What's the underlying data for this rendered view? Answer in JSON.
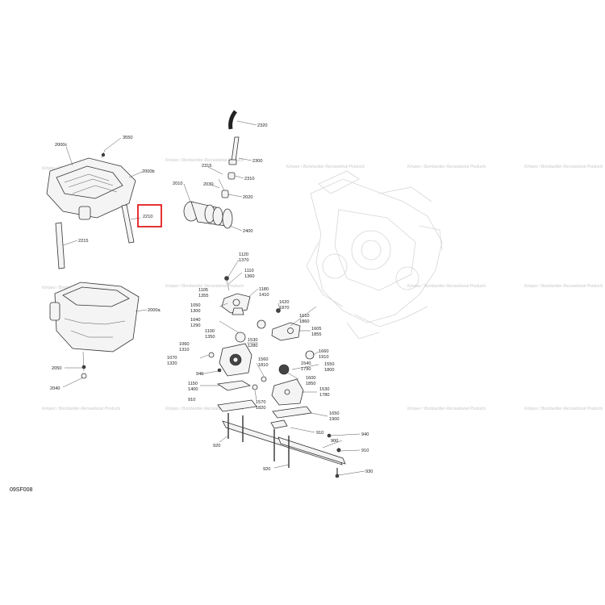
{
  "diagram": {
    "code": "09SF008",
    "highlight_color": "#e00000",
    "highlighted_callout": "2210",
    "watermark": "Kimpex / Bombardier Recreational Products"
  },
  "callouts": [
    {
      "id": "c3550",
      "text": "3550"
    },
    {
      "id": "c2000c",
      "text": "2000c"
    },
    {
      "id": "c2000b",
      "text": "2000b"
    },
    {
      "id": "c2210",
      "text": "2210"
    },
    {
      "id": "c2215",
      "text": "2215"
    },
    {
      "id": "c2000a",
      "text": "2000a"
    },
    {
      "id": "c2050",
      "text": "2050"
    },
    {
      "id": "c2040",
      "text": "2040"
    },
    {
      "id": "c2320",
      "text": "2320"
    },
    {
      "id": "c2300",
      "text": "2300"
    },
    {
      "id": "c2315",
      "text": "2315"
    },
    {
      "id": "c2310",
      "text": "2310"
    },
    {
      "id": "c2010",
      "text": "2010"
    },
    {
      "id": "c2030",
      "text": "2030"
    },
    {
      "id": "c2020",
      "text": "2020"
    },
    {
      "id": "c2400",
      "text": "2400"
    },
    {
      "id": "c1120",
      "text": "1120"
    },
    {
      "id": "c1370",
      "text": "1370"
    },
    {
      "id": "c1110",
      "text": "1110"
    },
    {
      "id": "c1360",
      "text": "1360"
    },
    {
      "id": "c1105",
      "text": "1105"
    },
    {
      "id": "c1355",
      "text": "1355"
    },
    {
      "id": "c1180",
      "text": "1180"
    },
    {
      "id": "c1410",
      "text": "1410"
    },
    {
      "id": "c1620",
      "text": "1620"
    },
    {
      "id": "c1870",
      "text": "1870"
    },
    {
      "id": "c1050",
      "text": "1050"
    },
    {
      "id": "c1300",
      "text": "1300"
    },
    {
      "id": "c1610",
      "text": "1610"
    },
    {
      "id": "c1860",
      "text": "1860"
    },
    {
      "id": "c1040",
      "text": "1040"
    },
    {
      "id": "c1290",
      "text": "1290"
    },
    {
      "id": "c1605",
      "text": "1605"
    },
    {
      "id": "c1855",
      "text": "1855"
    },
    {
      "id": "c1100",
      "text": "1100"
    },
    {
      "id": "c1350",
      "text": "1350"
    },
    {
      "id": "c1530",
      "text": "1530"
    },
    {
      "id": "c1280",
      "text": "1280"
    },
    {
      "id": "c1060",
      "text": "1060"
    },
    {
      "id": "c1310",
      "text": "1310"
    },
    {
      "id": "c1660",
      "text": "1660"
    },
    {
      "id": "c1910",
      "text": "1910"
    },
    {
      "id": "c1070",
      "text": "1070"
    },
    {
      "id": "c1320",
      "text": "1320"
    },
    {
      "id": "c1560",
      "text": "1560"
    },
    {
      "id": "c1810",
      "text": "1810"
    },
    {
      "id": "c1540",
      "text": "1540"
    },
    {
      "id": "c1790",
      "text": "1790"
    },
    {
      "id": "c1550",
      "text": "1550"
    },
    {
      "id": "c1800",
      "text": "1800"
    },
    {
      "id": "c940a",
      "text": "940"
    },
    {
      "id": "c1600",
      "text": "1600"
    },
    {
      "id": "c1850",
      "text": "1850"
    },
    {
      "id": "c1150",
      "text": "1150"
    },
    {
      "id": "c1400",
      "text": "1400"
    },
    {
      "id": "c1570",
      "text": "1570"
    },
    {
      "id": "c1820",
      "text": "1820"
    },
    {
      "id": "c1530b",
      "text": "1530"
    },
    {
      "id": "c1780",
      "text": "1780"
    },
    {
      "id": "c910a",
      "text": "910"
    },
    {
      "id": "c1650",
      "text": "1650"
    },
    {
      "id": "c1900",
      "text": "1900"
    },
    {
      "id": "c940b",
      "text": "940"
    },
    {
      "id": "c910b",
      "text": "910"
    },
    {
      "id": "c900",
      "text": "900"
    },
    {
      "id": "c910c",
      "text": "910"
    },
    {
      "id": "c920a",
      "text": "920"
    },
    {
      "id": "c920b",
      "text": "920"
    },
    {
      "id": "c930",
      "text": "930"
    }
  ]
}
